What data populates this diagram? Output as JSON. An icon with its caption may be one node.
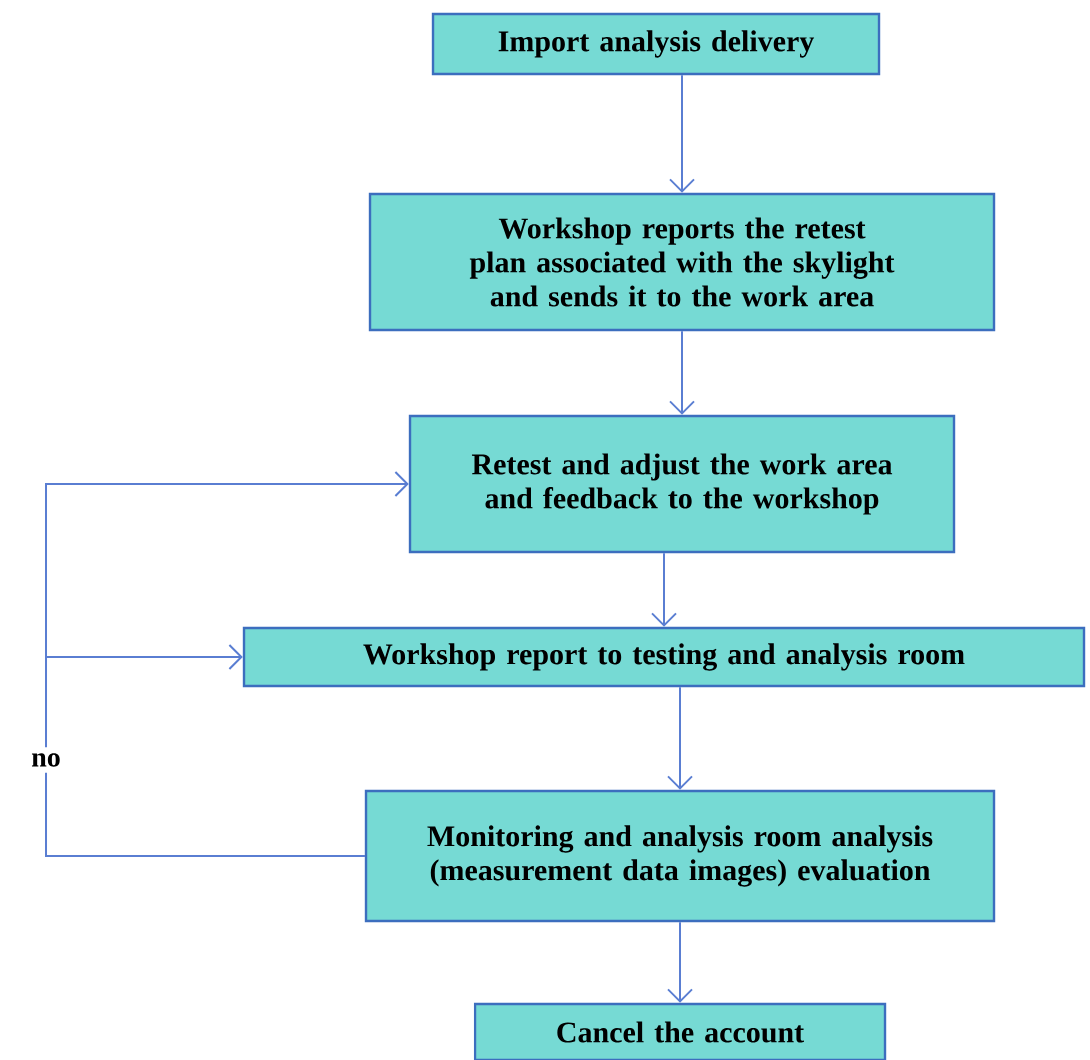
{
  "diagram": {
    "nodes": [
      {
        "text": [
          "Import analysis delivery"
        ]
      },
      {
        "text": [
          "Workshop reports the retest plan associated with the skylight and sends it to the work area"
        ]
      },
      {
        "text": [
          "Retest and adjust the work area and feedback to the workshop"
        ]
      },
      {
        "text": [
          "Workshop report to testing and analysis room"
        ]
      },
      {
        "text": [
          "Monitoring and analysis room analysis (measurement data images) evaluation"
        ]
      },
      {
        "text": [
          "Cancel the account"
        ]
      }
    ],
    "edges": [
      {
        "from": 0,
        "to": 1,
        "arrow": "to"
      },
      {
        "from": 1,
        "to": 2,
        "arrow": "to"
      },
      {
        "from": 2,
        "to": 3,
        "arrow": "to"
      },
      {
        "from": 3,
        "to": 4,
        "arrow": "to"
      },
      {
        "from": 4,
        "to": 5,
        "arrow": "to"
      },
      {
        "from": 4,
        "to": 2,
        "arrow": "to",
        "label": "no"
      },
      {
        "from": 4,
        "to": 3,
        "arrow": "to"
      }
    ]
  }
}
